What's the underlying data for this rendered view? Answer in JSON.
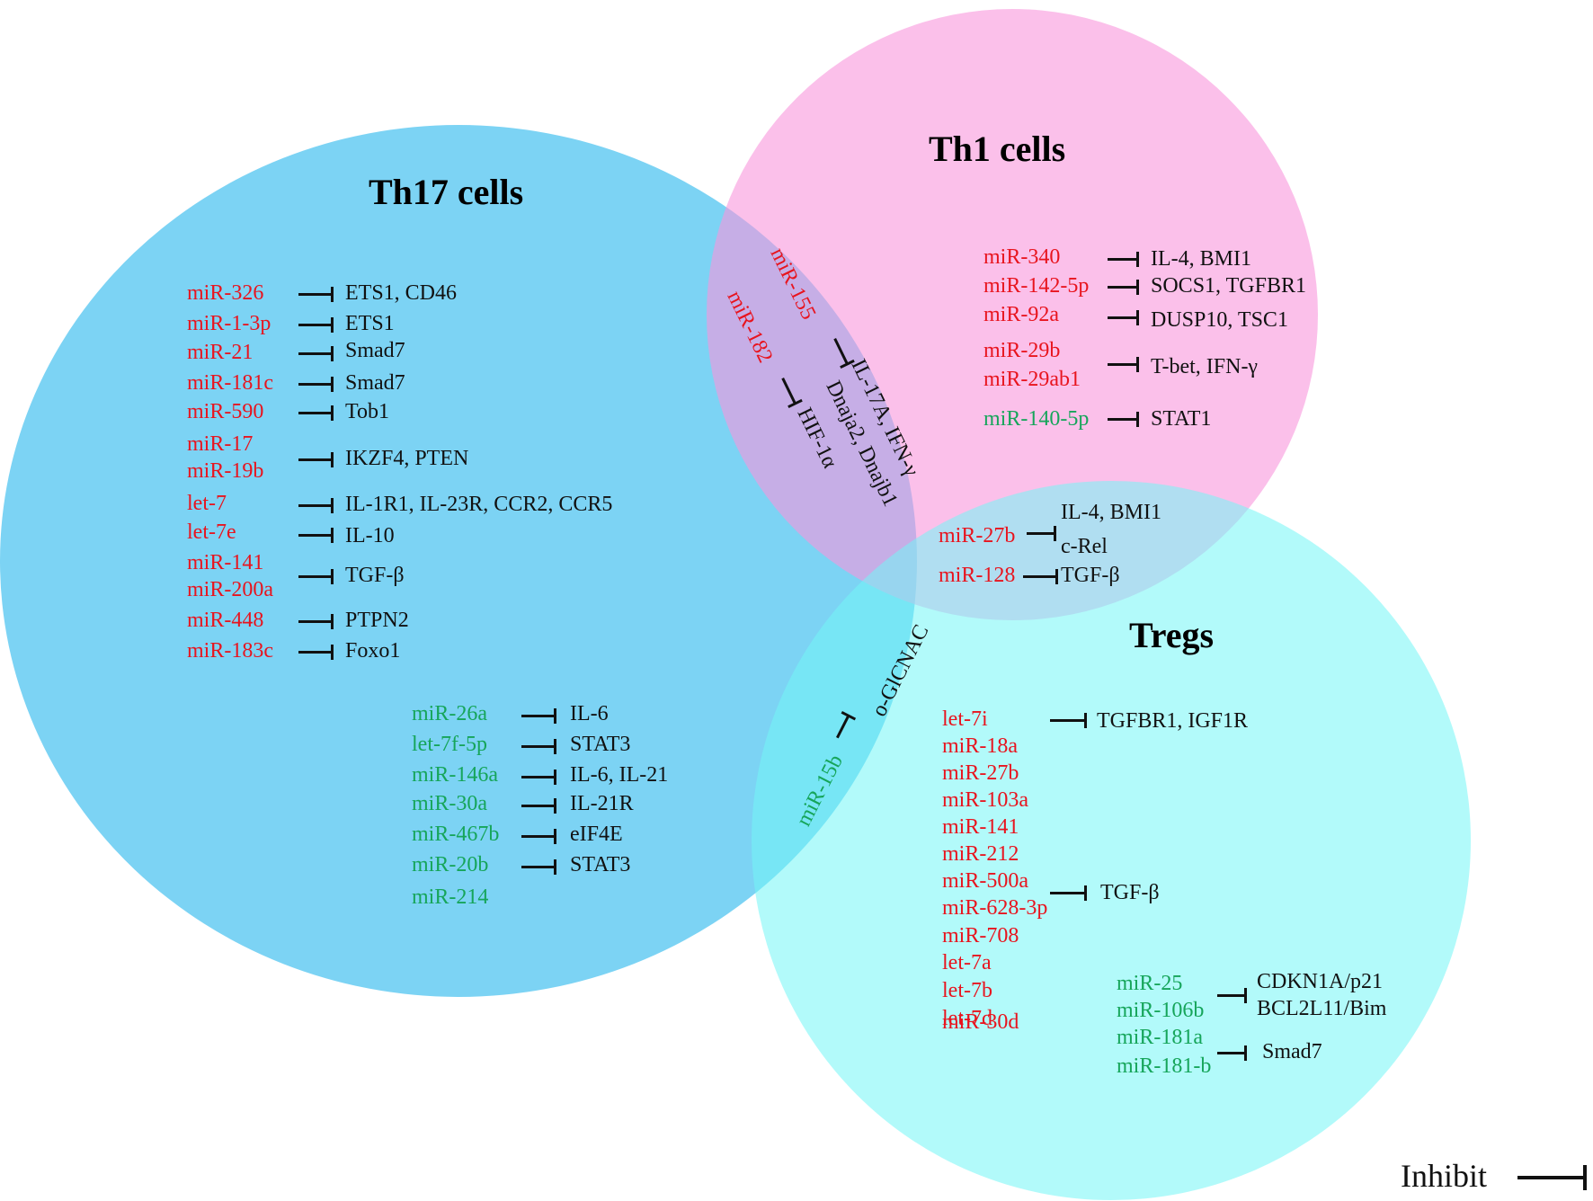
{
  "titles": {
    "th17": "Th17 cells",
    "th1": "Th1 cells",
    "tregs": "Tregs"
  },
  "th17": {
    "red_mirnas": [
      "miR-326",
      "miR-1-3p",
      "miR-21",
      "miR-181c",
      "miR-590",
      "miR-17",
      "miR-19b",
      "let-7",
      "let-7e",
      "miR-141",
      "miR-200a",
      "miR-448",
      "miR-183c"
    ],
    "red_targets": [
      "ETS1, CD46",
      "ETS1",
      "Smad7",
      "Smad7",
      "Tob1",
      "IKZF4, PTEN",
      "IL-1R1, IL-23R, CCR2, CCR5",
      "IL-10",
      "TGF-β",
      "PTPN2",
      "Foxo1"
    ],
    "green_mirnas": [
      "miR-26a",
      "let-7f-5p",
      "miR-146a",
      "miR-30a",
      "miR-467b",
      "miR-20b",
      "miR-214"
    ],
    "green_targets": [
      "IL-6",
      "STAT3",
      "IL-6, IL-21",
      "IL-21R",
      "eIF4E",
      "STAT3"
    ]
  },
  "th1": {
    "red_mirnas": [
      "miR-340",
      "miR-142-5p",
      "miR-92a",
      "miR-29b",
      "miR-29ab1"
    ],
    "red_targets": [
      "IL-4, BMI1",
      "SOCS1, TGFBR1",
      "DUSP10, TSC1",
      "T-bet, IFN-γ"
    ],
    "green_mirnas": [
      "miR-140-5p"
    ],
    "green_targets": [
      "STAT1"
    ]
  },
  "th17_th1": {
    "mirnas": [
      "miR-155",
      "miR-182"
    ],
    "targets": [
      "IL-17A, IFN-γ",
      "Dnaja2, Dnajb1",
      "HIF-1α"
    ]
  },
  "th1_treg": {
    "mirnas": [
      "miR-27b",
      "miR-128"
    ],
    "targets": [
      "IL-4, BMI1",
      "c-Rel",
      "TGF-β"
    ]
  },
  "th17_treg": {
    "mirna": "miR-15b",
    "target": "o-GlCNAC"
  },
  "tregs": {
    "red_mirnas": [
      "let-7i",
      "miR-18a",
      "miR-27b",
      "miR-103a",
      "miR-141",
      "miR-212",
      "miR-500a",
      "miR-628-3p",
      "miR-708",
      "let-7a",
      "let-7b",
      "let-7d",
      "miR-30d"
    ],
    "red_targets": [
      "TGFBR1, IGF1R",
      "TGF-β"
    ],
    "green_mirnas": [
      "miR-25",
      "miR-106b",
      "miR-181a",
      "miR-181-b"
    ],
    "green_targets": [
      "CDKN1A/p21",
      "BCL2L11/Bim",
      "Smad7"
    ]
  },
  "legend": {
    "label": "Inhibit"
  },
  "colors": {
    "th17_circle": "#1eb4ec",
    "th1_circle": "#f896dc",
    "treg_circle": "#73f5f5",
    "upregulated_text": "#e8141e",
    "downregulated_text": "#16a55a",
    "inhibit_symbol": "#111111"
  }
}
